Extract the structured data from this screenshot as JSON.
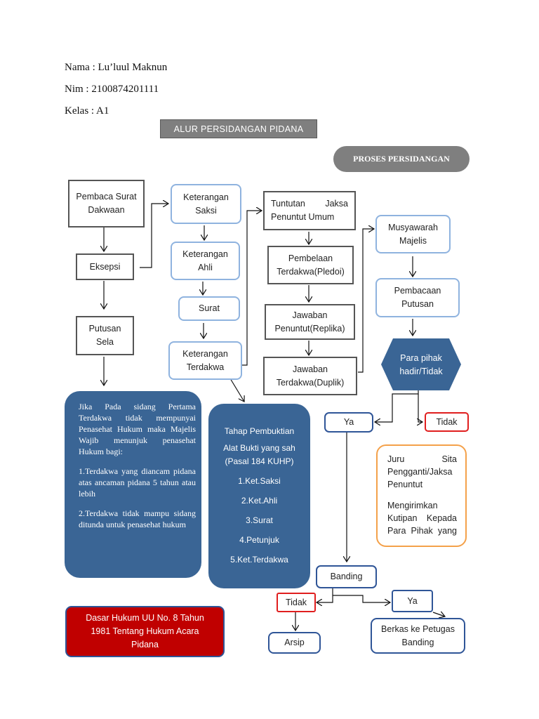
{
  "header": {
    "nama": "Nama : Lu’luul Maknun",
    "nim": "Nim : 2100874201111",
    "kelas": "Kelas : A1"
  },
  "title_banner": "ALUR PERSIDANGAN PIDANA",
  "section_pill": "PROSES PERSIDANGAN",
  "col1": {
    "pembaca": [
      "Pembaca Surat",
      "Dakwaan"
    ],
    "eksepsi": "Eksepsi",
    "putusan_sela": [
      "Putusan",
      "Sela"
    ]
  },
  "col2": {
    "ket_saksi": [
      "Keterangan",
      "Saksi"
    ],
    "ket_ahli": [
      "Keterangan",
      "Ahli"
    ],
    "surat": "Surat",
    "ket_terdakwa": [
      "Keterangan",
      "Terdakwa"
    ]
  },
  "col3": {
    "tuntutan_1": "Tuntutan Jaksa",
    "tuntutan_2": "Penuntut Umum",
    "pembelaan": [
      "Pembelaan",
      "Terdakwa(Pledoi)"
    ],
    "replika": [
      "Jawaban",
      "Penuntut(Replika)"
    ],
    "duplik": [
      "Jawaban",
      "Terdakwa(Duplik)"
    ]
  },
  "col4": {
    "musyawarah": [
      "Musyawarah",
      "Majelis"
    ],
    "pembacaan": [
      "Pembacaan",
      "Putusan"
    ],
    "hexagon": [
      "Para pihak",
      "hadir/Tidak"
    ]
  },
  "note_left": {
    "intro": "Jika Pada sidang Pertama Terdakwa tidak mempunyai Penasehat Hukum maka Majelis Wajib menunjuk penasehat Hukum bagi:",
    "point1": "1.Terdakwa yang diancam pidana atas ancaman pidana 5 tahun atau lebih",
    "point2": "2.Terdakwa tidak mampu sidang ditunda untuk penasehat hukum"
  },
  "note_mid": {
    "title": "Tahap Pembuktian",
    "alat": [
      "Alat Bukti yang sah",
      "(Pasal 184 KUHP)"
    ],
    "items": [
      "1.Ket.Saksi",
      "2.Ket.Ahli",
      "3.Surat",
      "4.Petunjuk",
      "5.Ket.Terdakwa"
    ]
  },
  "decision1": {
    "ya": "Ya",
    "tidak": "Tidak"
  },
  "juru_sita": {
    "line1": "Juru Sita",
    "line2": "Pengganti/Jaksa",
    "line3": "Penuntut",
    "line4": "Mengirimkan",
    "line5": "Kutipan Kepada",
    "line6": "Para Pihak yang"
  },
  "banding": "Banding",
  "decision2": {
    "tidak": "Tidak",
    "ya": "Ya"
  },
  "arsip": "Arsip",
  "berkas": [
    "Berkas ke Petugas",
    "Banding"
  ],
  "dasar_hukum": [
    "Dasar Hukum UU No. 8 Tahun",
    "1981 Tentang Hukum Acara",
    "Pidana"
  ],
  "colors": {
    "navy": "#3a6595",
    "red_box": "#c00000",
    "light_blue": "#8fb3df",
    "orange": "#f4a14a",
    "gray_banner": "#7f7f7f"
  }
}
